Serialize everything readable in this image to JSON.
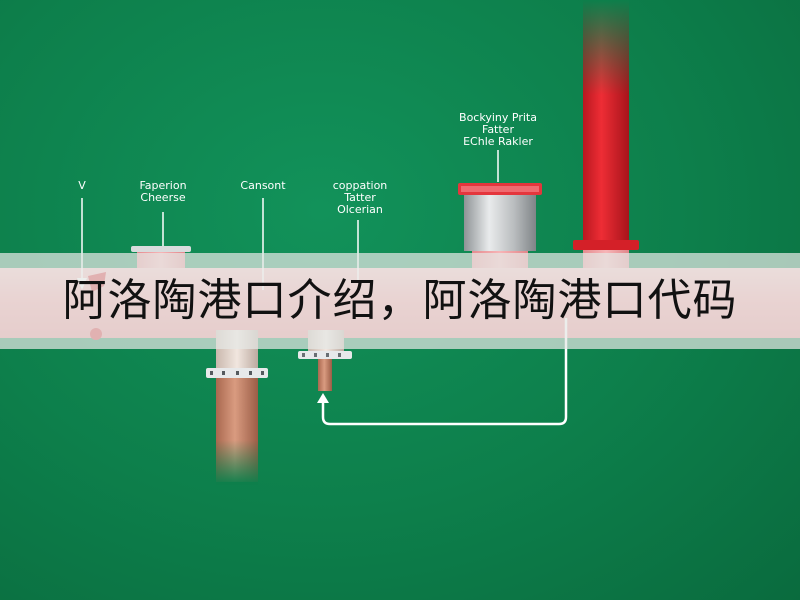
{
  "labels": {
    "valve": "V",
    "faperion": [
      "Faperion",
      "Cheerse"
    ],
    "cansont": "Cansont",
    "coppation": [
      "coppation",
      "Tatter",
      "Olcerian"
    ],
    "bockyiny": [
      "Bockyiny Prita",
      "Fatter",
      "EChle Rakler"
    ]
  },
  "caption": "阿洛陶港口介绍，阿洛陶港口代码",
  "colors": {
    "background": "#0d7f4b",
    "pipe_red": "#e3262e",
    "pipe_pink": "#f2a4a6",
    "pipe_copper": "#c6876c",
    "chrome": "#c7c9cb",
    "line_white": "#ffffff"
  }
}
